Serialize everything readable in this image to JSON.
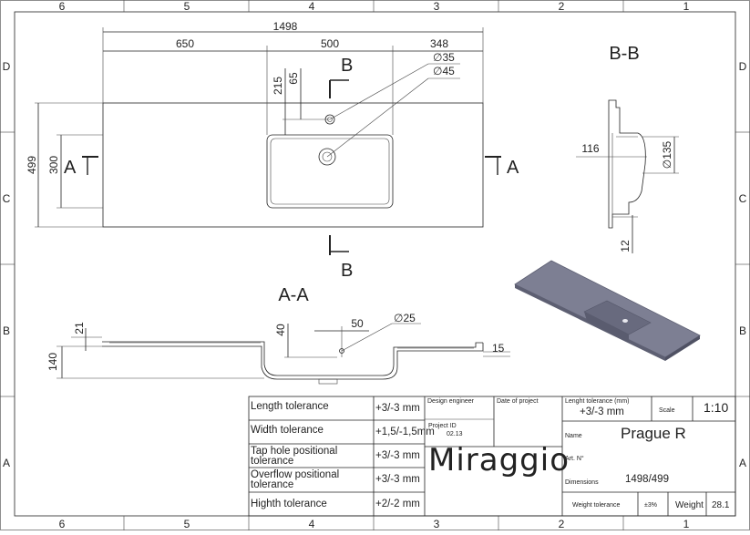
{
  "grid": {
    "columns": [
      "6",
      "5",
      "4",
      "3",
      "2",
      "1"
    ],
    "rows": [
      "D",
      "C",
      "B",
      "A"
    ]
  },
  "top_view": {
    "overall_width": "1498",
    "left_offset": "650",
    "bowl_width": "500",
    "right_offset": "348",
    "overall_depth": "499",
    "bowl_depth": "300",
    "tap_offset_1": "215",
    "tap_offset_2": "65",
    "tap_hole": "∅35",
    "drain_hole": "∅45",
    "section_a": "A",
    "section_b": "B"
  },
  "section_aa": {
    "title": "A-A",
    "dim_21": "21",
    "dim_140": "140",
    "dim_40": "40",
    "dim_50": "50",
    "dim_25": "∅25",
    "dim_15": "15"
  },
  "section_bb": {
    "title": "B-B",
    "dim_116": "116",
    "dim_135": "∅135",
    "dim_12": "12"
  },
  "title_block": {
    "tolerances": [
      {
        "label": "Length tolerance",
        "value": "+3/-3 mm"
      },
      {
        "label": "Width tolerance",
        "value": "+1,5/-1,5mm"
      },
      {
        "label": "Tap hole positional tolerance",
        "value": "+3/-3 mm"
      },
      {
        "label": "Overflow positional tolerance",
        "value": "+3/-3 mm"
      },
      {
        "label": "Highth tolerance",
        "value": "+2/-2 mm"
      }
    ],
    "design_engineer_label": "Design engineer",
    "date_label": "Date of project",
    "project_id_label": "Project ID",
    "project_id_value": "02.13",
    "brand": "Miraggio",
    "length_tol_label": "Lenght tolerance (mm)",
    "length_tol_value": "+3/-3 mm",
    "scale_label": "Scale",
    "scale_value": "1:10",
    "name_label": "Name",
    "name_value": "Prague R",
    "art_label": "Art. N°",
    "dimensions_label": "Dimensions",
    "dimensions_value": "1498/499",
    "weight_tol_label": "Weight tolerance",
    "weight_tol_value": "±3%",
    "weight_label": "Weight",
    "weight_value": "28.1"
  },
  "colors": {
    "line": "#222222",
    "basin_fill": "#7d7f93",
    "basin_shade": "#5d5f72"
  }
}
